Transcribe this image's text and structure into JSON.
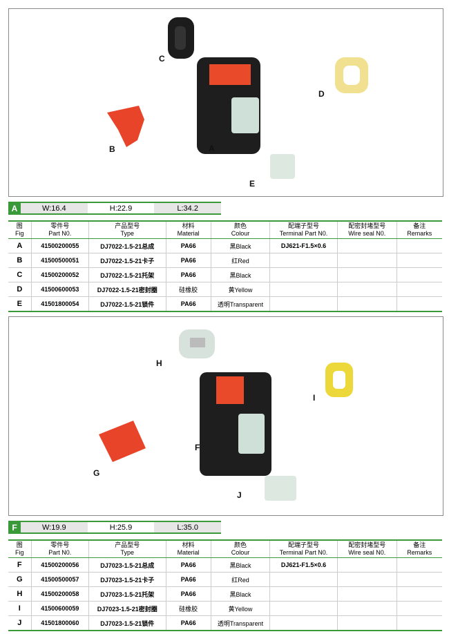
{
  "headers": [
    {
      "zh": "图",
      "en": "Fig"
    },
    {
      "zh": "零件号",
      "en": "Part N0."
    },
    {
      "zh": "产品型号",
      "en": "Type"
    },
    {
      "zh": "材料",
      "en": "Material"
    },
    {
      "zh": "颜色",
      "en": "Colour"
    },
    {
      "zh": "配端子型号",
      "en": "Terminal Part  N0."
    },
    {
      "zh": "配密封堵型号",
      "en": "Wire seal N0."
    },
    {
      "zh": "备注",
      "en": "Remarks"
    }
  ],
  "sections": [
    {
      "badge": "A",
      "w": "W:16.4",
      "h": "H:22.9",
      "l": "L:34.2",
      "labels": {
        "a": "A",
        "b": "B",
        "c": "C",
        "d": "D",
        "e": "E"
      },
      "rows": [
        {
          "fig": "A",
          "part": "41500200055",
          "type": "DJ7022-1.5-21总成",
          "material": "PA66",
          "colour": "黑Black",
          "terminal": "DJ621-F1.5×0.6",
          "seal": "",
          "remarks": ""
        },
        {
          "fig": "B",
          "part": "41500500051",
          "type": "DJ7022-1.5-21卡子",
          "material": "PA66",
          "colour": "红Red",
          "terminal": "",
          "seal": "",
          "remarks": ""
        },
        {
          "fig": "C",
          "part": "41500200052",
          "type": "DJ7022-1.5-21托架",
          "material": "PA66",
          "colour": "黑Black",
          "terminal": "",
          "seal": "",
          "remarks": ""
        },
        {
          "fig": "D",
          "part": "41500600053",
          "type": "DJ7022-1.5-21密封圈",
          "material": "硅橡胶",
          "colour": "黄Yellow",
          "terminal": "",
          "seal": "",
          "remarks": ""
        },
        {
          "fig": "E",
          "part": "41501800054",
          "type": "DJ7022-1.5-21锁件",
          "material": "PA66",
          "colour": "透明Transparent",
          "terminal": "",
          "seal": "",
          "remarks": ""
        }
      ]
    },
    {
      "badge": "F",
      "w": "W:19.9",
      "h": "H:25.9",
      "l": "L:35.0",
      "labels": {
        "f": "F",
        "g": "G",
        "h": "H",
        "i": "I",
        "j": "J"
      },
      "rows": [
        {
          "fig": "F",
          "part": "41500200056",
          "type": "DJ7023-1.5-21总成",
          "material": "PA66",
          "colour": "黑Black",
          "terminal": "DJ621-F1.5×0.6",
          "seal": "",
          "remarks": ""
        },
        {
          "fig": "G",
          "part": "41500500057",
          "type": "DJ7023-1.5-21卡子",
          "material": "PA66",
          "colour": "红Red",
          "terminal": "",
          "seal": "",
          "remarks": ""
        },
        {
          "fig": "H",
          "part": "41500200058",
          "type": "DJ7023-1.5-21托架",
          "material": "PA66",
          "colour": "黑Black",
          "terminal": "",
          "seal": "",
          "remarks": ""
        },
        {
          "fig": "I",
          "part": "41500600059",
          "type": "DJ7023-1.5-21密封圈",
          "material": "硅橡胶",
          "colour": "黄Yellow",
          "terminal": "",
          "seal": "",
          "remarks": ""
        },
        {
          "fig": "J",
          "part": "41501800060",
          "type": "DJ7023-1.5-21锁件",
          "material": "PA66",
          "colour": "透明Transparent",
          "terminal": "",
          "seal": "",
          "remarks": ""
        }
      ]
    }
  ]
}
